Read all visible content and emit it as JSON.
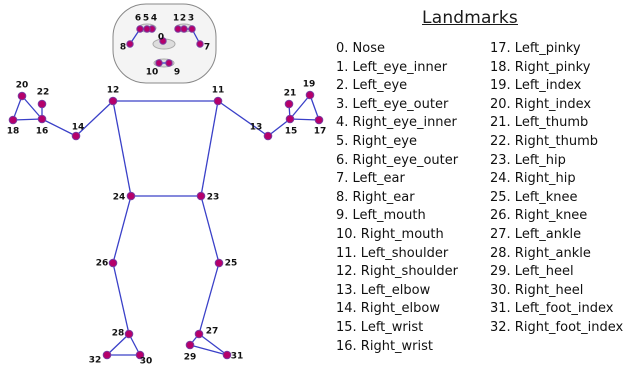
{
  "legend": {
    "title": "Landmarks",
    "column_1": [
      "0. Nose",
      "1. Left_eye_inner",
      "2. Left_eye",
      "3. Left_eye_outer",
      "4. Right_eye_inner",
      "5. Right_eye",
      "6. Right_eye_outer",
      "7. Left_ear",
      "8. Right_ear",
      "9. Left_mouth",
      "10. Right_mouth",
      "11. Left_shoulder",
      "12. Right_shoulder",
      "13. Left_elbow",
      "14. Right_elbow",
      "15. Left_wrist",
      "16. Right_wrist"
    ],
    "column_2": [
      "17. Left_pinky",
      "18. Right_pinky",
      "19. Left_index",
      "20. Right_index",
      "21. Left_thumb",
      "22. Right_thumb",
      "23. Left_hip",
      "24. Right_hip",
      "25. Left_knee",
      "26. Right_knee",
      "27. Left_ankle",
      "28. Right_ankle",
      "29. Left_heel",
      "30. Right_heel",
      "31. Left_foot_index",
      "32. Right_foot_index"
    ]
  },
  "landmark_numbers": [
    "0",
    "1",
    "2",
    "3",
    "4",
    "5",
    "6",
    "7",
    "8",
    "9",
    "10",
    "11",
    "12",
    "13",
    "14",
    "15",
    "16",
    "17",
    "18",
    "19",
    "20",
    "21",
    "22",
    "23",
    "24",
    "25",
    "26",
    "27",
    "28",
    "29",
    "30",
    "31",
    "32"
  ],
  "connections": [
    [
      11,
      12
    ],
    [
      11,
      13
    ],
    [
      13,
      15
    ],
    [
      15,
      17
    ],
    [
      15,
      19
    ],
    [
      15,
      21
    ],
    [
      17,
      19
    ],
    [
      12,
      14
    ],
    [
      14,
      16
    ],
    [
      16,
      18
    ],
    [
      16,
      20
    ],
    [
      16,
      22
    ],
    [
      18,
      20
    ],
    [
      11,
      23
    ],
    [
      12,
      24
    ],
    [
      23,
      24
    ],
    [
      23,
      25
    ],
    [
      25,
      27
    ],
    [
      27,
      29
    ],
    [
      27,
      31
    ],
    [
      29,
      31
    ],
    [
      24,
      26
    ],
    [
      26,
      28
    ],
    [
      28,
      30
    ],
    [
      28,
      32
    ],
    [
      30,
      32
    ],
    [
      1,
      2
    ],
    [
      2,
      3
    ],
    [
      3,
      7
    ],
    [
      4,
      5
    ],
    [
      5,
      6
    ],
    [
      6,
      8
    ],
    [
      9,
      10
    ]
  ],
  "colors": {
    "connector_line": "#3a40c8",
    "landmark_fill": "#b5006b",
    "landmark_stroke": "#7a3aa0",
    "label_text": "#111111",
    "face_outline": "#888888",
    "face_fill": "#f4f4f4",
    "nose_fill": "#dddddd"
  }
}
